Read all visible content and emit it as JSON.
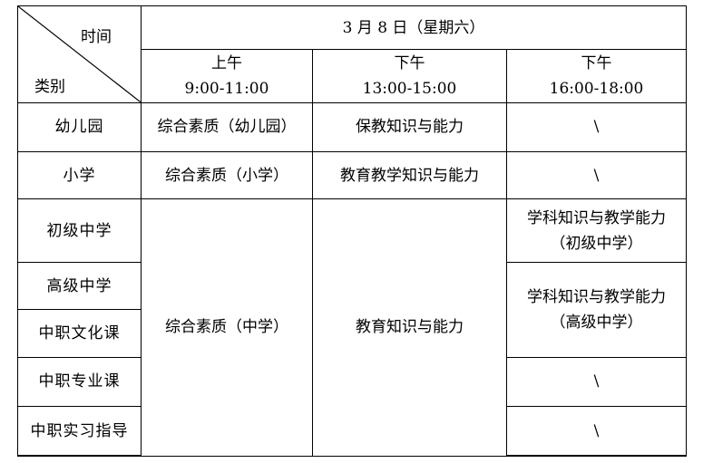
{
  "header": {
    "time_label": "时间",
    "category_label": "类别",
    "date": "3 月 8 日（星期六）",
    "sessions": [
      {
        "period": "上午",
        "time": "9:00-11:00"
      },
      {
        "period": "下午",
        "time": "13:00-15:00"
      },
      {
        "period": "下午",
        "time": "16:00-18:00"
      }
    ]
  },
  "rows": [
    {
      "category": "幼儿园",
      "s1": "综合素质（幼儿园）",
      "s2": "保教知识与能力",
      "s3": "\\"
    },
    {
      "category": "小学",
      "s1": "综合素质（小学）",
      "s2": "教育教学知识与能力",
      "s3": "\\"
    },
    {
      "category": "初级中学",
      "s3_line1": "学科知识与教学能力",
      "s3_line2": "（初级中学）"
    },
    {
      "category": "高级中学",
      "s3_line1": "学科知识与教学能力",
      "s3_line2": "（高级中学）"
    },
    {
      "category": "中职文化课"
    },
    {
      "category": "中职专业课",
      "s3": "\\"
    },
    {
      "category": "中职实习指导",
      "s3": "\\"
    }
  ],
  "merged": {
    "s1_secondary": "综合素质（中学）",
    "s2_secondary": "教育知识与能力"
  }
}
